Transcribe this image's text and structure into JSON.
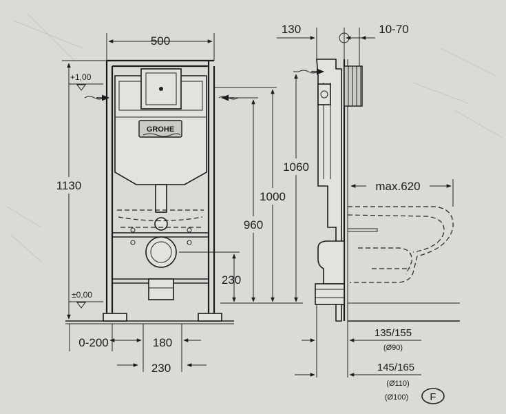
{
  "brand": "GROHE",
  "labels": {
    "width_500": "500",
    "height_1130": "1130",
    "level_plus": "+1,00",
    "level_zero": "±0,00",
    "h_1000": "1000",
    "h_960": "960",
    "h_1060": "1060",
    "h_230_vert": "230",
    "offset_130": "130",
    "depth_10_70": "10-70",
    "max_620": "max.620",
    "horiz_0_200": "0-200",
    "horiz_180": "180",
    "horiz_230": "230",
    "pipe_135_155": "135/155",
    "pipe_d90": "(Ø90)",
    "pipe_145_165": "145/165",
    "pipe_d110": "(Ø110)",
    "pipe_d100": "(Ø100)",
    "mark_f": "F"
  }
}
